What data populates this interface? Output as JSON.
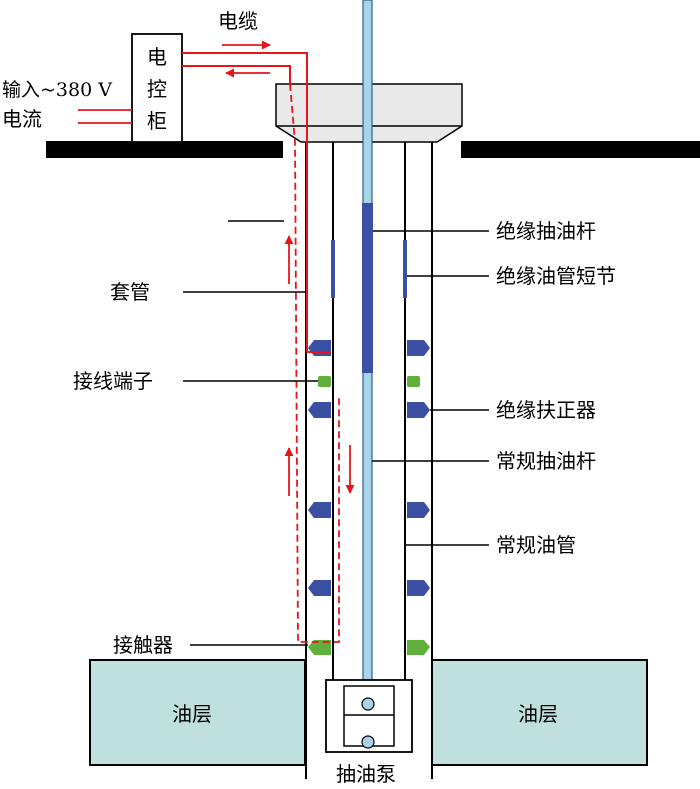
{
  "labels": {
    "cable": "电缆",
    "input_line1": "输入~380 V",
    "input_line2": "电流",
    "cabinet_c1": "电",
    "cabinet_c2": "控",
    "cabinet_c3": "柜",
    "casing": "套管",
    "terminal": "接线端子",
    "contactor": "接触器",
    "insulated_rod": "绝缘抽油杆",
    "insulated_tubing_joint": "绝缘油管短节",
    "insulated_centralizer": "绝缘扶正器",
    "regular_rod": "常规抽油杆",
    "regular_tubing": "常规油管",
    "oil_layer_left": "油层",
    "oil_layer_right": "油层",
    "pump": "抽油泵"
  },
  "colors": {
    "current_red": "#e8141c",
    "insulator_blue": "#3b4fa3",
    "terminal_green": "#5fb03a",
    "rod_blue": "#a7d4e8",
    "oil_layer_fill": "#bfe0dc",
    "wellhead_gray": "#e9e9e9"
  },
  "arrows": {
    "cable_top": "right",
    "cable_bottom": "left",
    "casing_up": "up",
    "tubing_down": "down"
  }
}
